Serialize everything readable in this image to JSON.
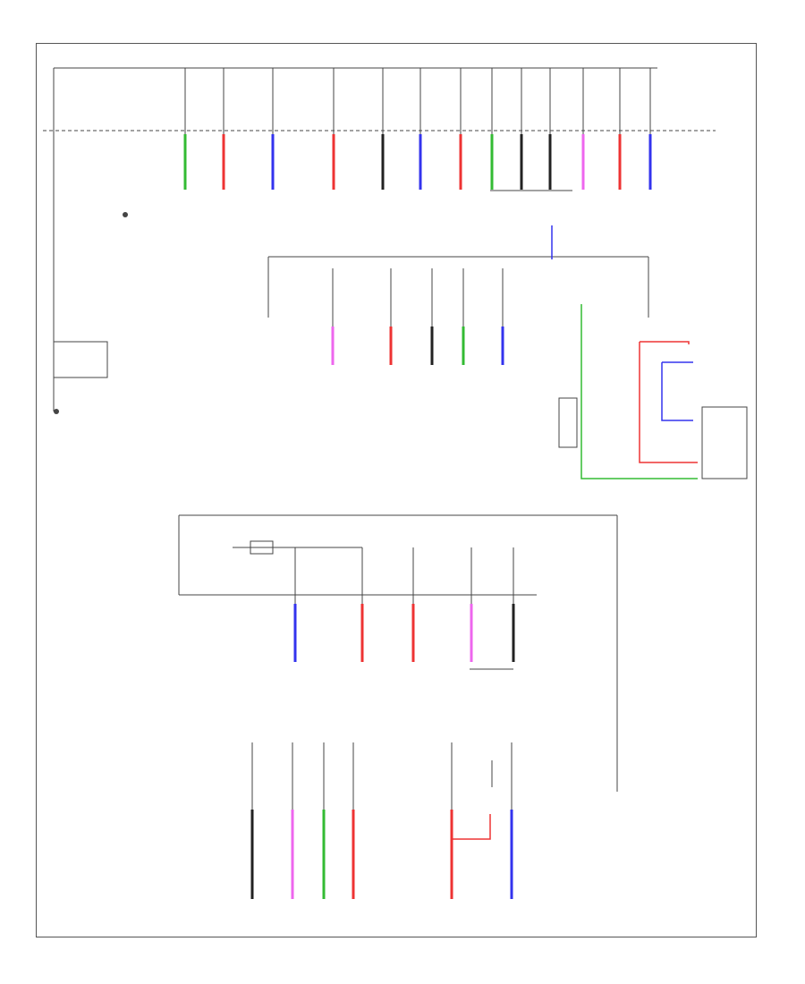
{
  "diagram": {
    "id_code": "",
    "top_bus_label": "",
    "battery_label": "",
    "ground_label": ""
  },
  "colors": {
    "outline": "#444444",
    "wire_green": "#33bb33",
    "wire_red": "#ee3333",
    "wire_blue": "#3333ee",
    "wire_pink": "#ee66ee",
    "wire_black": "#222222",
    "background": "#ffffff"
  },
  "top_fuses": [
    {
      "wire": "green"
    },
    {
      "wire": "red"
    },
    {
      "wire": "blue"
    },
    {
      "wire": "red"
    },
    {
      "wire": "black"
    },
    {
      "wire": "blue"
    },
    {
      "wire": "red"
    },
    {
      "wire": "green"
    },
    {
      "wire": "black"
    },
    {
      "wire": "black"
    },
    {
      "wire": "pink"
    },
    {
      "wire": "red"
    },
    {
      "wire": "blue"
    }
  ],
  "middle_fuses": [
    {
      "wire": "pink"
    },
    {
      "wire": "red"
    },
    {
      "wire": "black"
    },
    {
      "wire": "green"
    },
    {
      "wire": "blue"
    }
  ],
  "lower_fuses": [
    {
      "wire": "blue"
    },
    {
      "wire": "red"
    },
    {
      "wire": "red"
    },
    {
      "wire": "pink"
    },
    {
      "wire": "black"
    }
  ],
  "bottom_fuses": [
    {
      "wire": "black"
    },
    {
      "wire": "pink"
    },
    {
      "wire": "green"
    },
    {
      "wire": "red"
    },
    {
      "wire": "red"
    },
    {
      "wire": "blue"
    }
  ]
}
